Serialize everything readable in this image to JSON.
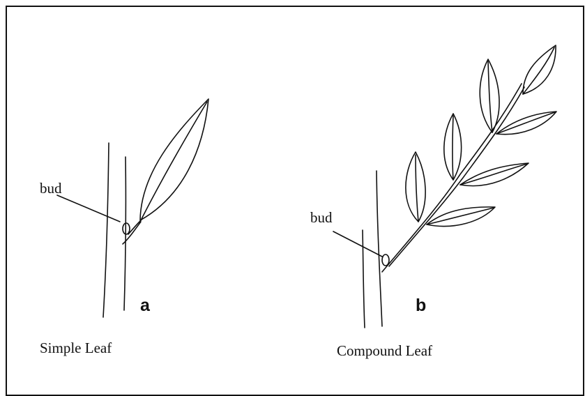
{
  "diagram": {
    "panel_a": {
      "bud_label": "bud",
      "letter": "a",
      "caption": "Simple Leaf"
    },
    "panel_b": {
      "bud_label": "bud",
      "letter": "b",
      "caption": "Compound Leaf"
    },
    "line_color": "#111111"
  }
}
